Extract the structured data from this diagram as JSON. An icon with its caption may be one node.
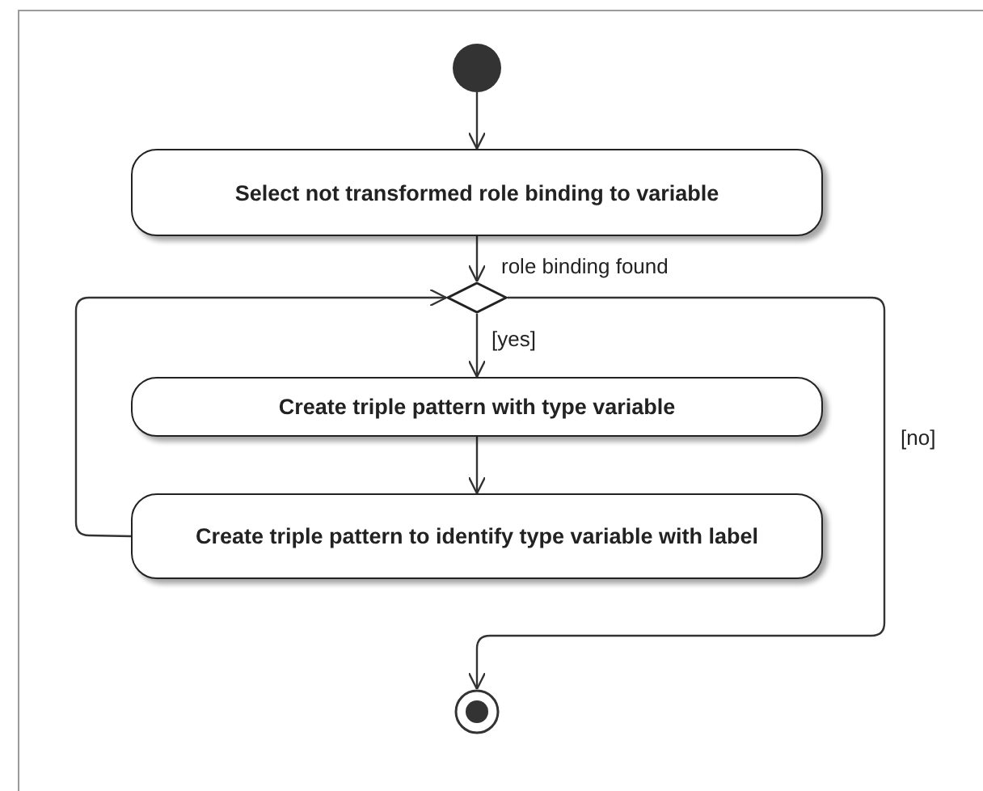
{
  "diagram": {
    "nodes": [
      {
        "text": [],
        "shape": "circle"
      },
      {
        "text": [
          "Select not transformed role binding to variable"
        ]
      },
      {
        "text": [],
        "shape": "diamond"
      },
      {
        "text": [
          "Create triple pattern with type variable"
        ]
      },
      {
        "text": [
          "Create triple pattern to identify type variable with label"
        ]
      },
      {
        "text": [],
        "shape": "bullseye"
      }
    ],
    "edges": [
      {
        "from": 0,
        "to": 1,
        "arrow": "to"
      },
      {
        "from": 1,
        "to": 2,
        "arrow": "to",
        "label": "role binding found"
      },
      {
        "from": 2,
        "to": 3,
        "arrow": "to",
        "label": "[yes]"
      },
      {
        "from": 3,
        "to": 4,
        "arrow": "to"
      },
      {
        "from": 4,
        "to": 2,
        "arrow": "to"
      },
      {
        "from": 2,
        "to": 5,
        "arrow": "to",
        "label": "[no]"
      }
    ]
  }
}
